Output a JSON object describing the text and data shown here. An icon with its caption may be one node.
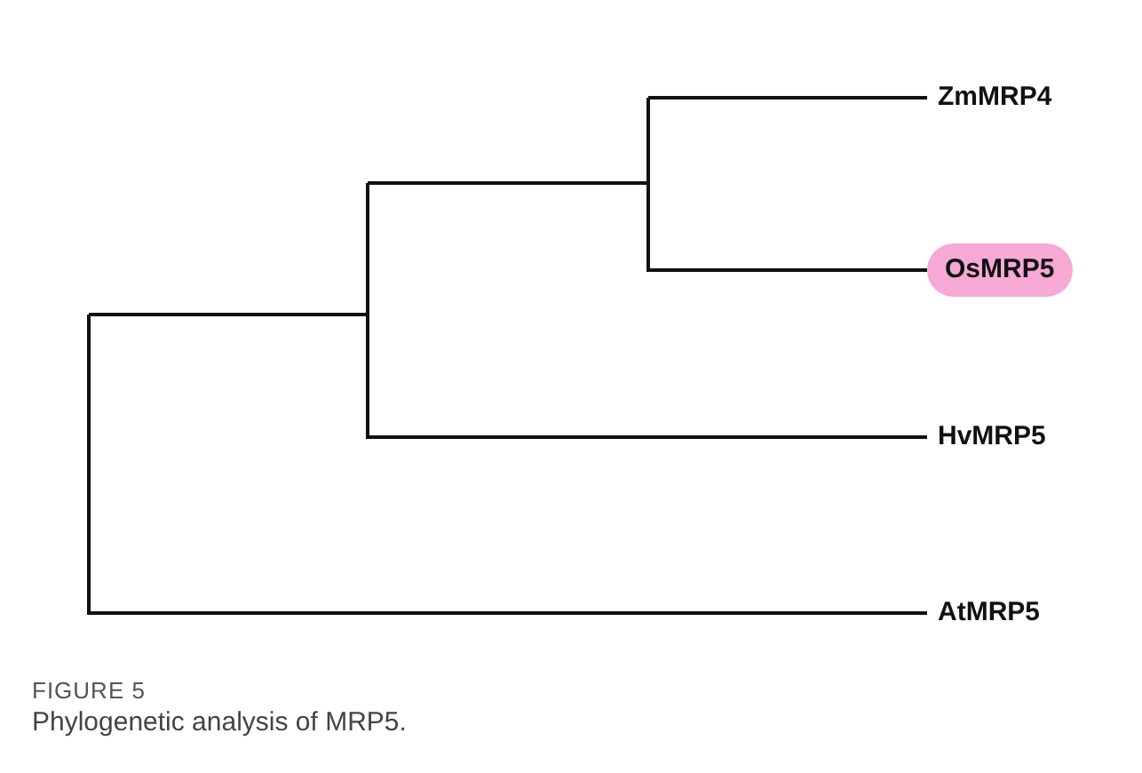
{
  "diagram": {
    "title": "FIGURE 5",
    "caption": "Phylogenetic analysis of MRP5.",
    "nodes": [
      {
        "text": [
          "ZmMRP4"
        ]
      },
      {
        "text": [
          "OsMRP5"
        ]
      },
      {
        "text": [
          "HvMRP5"
        ]
      },
      {
        "text": [
          "AtMRP5"
        ]
      }
    ]
  }
}
